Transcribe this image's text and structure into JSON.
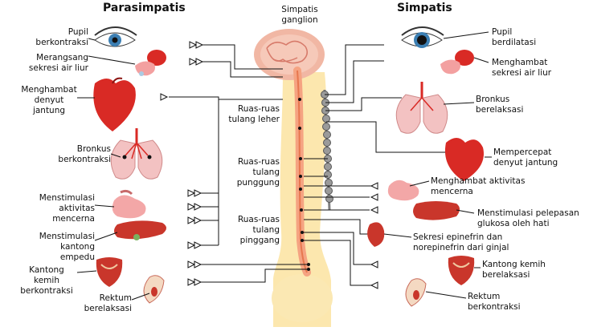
{
  "title_left": "Parasimpatis",
  "title_right": "Simpatis",
  "center": {
    "ganglion": [
      "Simpatis",
      "ganglion"
    ],
    "cervical": [
      "Ruas-ruas",
      "tulang leher"
    ],
    "thoracic": [
      "Ruas-ruas",
      "tulang",
      "punggung"
    ],
    "lumbar": [
      "Ruas-ruas",
      "tulang",
      "pinggang"
    ]
  },
  "left_labels": [
    {
      "lines": [
        "Pupil",
        "berkontraksi"
      ],
      "icon": "eye-icon"
    },
    {
      "lines": [
        "Merangsang",
        "sekresi air liur"
      ],
      "icon": "salivary-gland-icon"
    },
    {
      "lines": [
        "Menghambat",
        "denyut",
        "jantung"
      ],
      "icon": "heart-icon"
    },
    {
      "lines": [
        "Bronkus",
        "berkontraksi"
      ],
      "icon": "lungs-icon"
    },
    {
      "lines": [
        "Menstimulasi",
        "aktivitas",
        "mencerna"
      ],
      "icon": "stomach-icon"
    },
    {
      "lines": [
        "Menstimulasi",
        "kantong",
        "empedu"
      ],
      "icon": "liver-icon"
    },
    {
      "lines": [
        "Kantong",
        "kemih",
        "berkontraksi"
      ],
      "icon": "bladder-icon"
    },
    {
      "lines": [
        "Rektum",
        "berelaksasi"
      ],
      "icon": "rectum-icon"
    }
  ],
  "right_labels": [
    {
      "lines": [
        "Pupil",
        "berdilatasi"
      ],
      "icon": "eye-icon"
    },
    {
      "lines": [
        "Menghambat",
        "sekresi air liur"
      ],
      "icon": "salivary-gland-icon"
    },
    {
      "lines": [
        "Bronkus",
        "berelaksasi"
      ],
      "icon": "lungs-icon"
    },
    {
      "lines": [
        "Mempercepat",
        "denyut jantung"
      ],
      "icon": "heart-icon"
    },
    {
      "lines": [
        "Menghambat aktivitas",
        "mencerna"
      ],
      "icon": "stomach-icon"
    },
    {
      "lines": [
        "Menstimulasi pelepasan",
        "glukosa oleh hati"
      ],
      "icon": "liver-icon"
    },
    {
      "lines": [
        "Sekresi epinefrin dan",
        "norepinefrin dari ginjal"
      ],
      "icon": "kidney-icon"
    },
    {
      "lines": [
        "Kantong kemih",
        "berelaksasi"
      ],
      "icon": "bladder-icon"
    },
    {
      "lines": [
        "Rektum",
        "berkontraksi"
      ],
      "icon": "rectum-icon"
    }
  ],
  "colors": {
    "brain": "#f1b7a4",
    "cord": "#f5a382",
    "spine": "#fbe3a0",
    "ganglion": "#9a9a9a",
    "organ_red": "#d92a25",
    "organ_pink": "#f3c2c2",
    "line": "#111111"
  }
}
